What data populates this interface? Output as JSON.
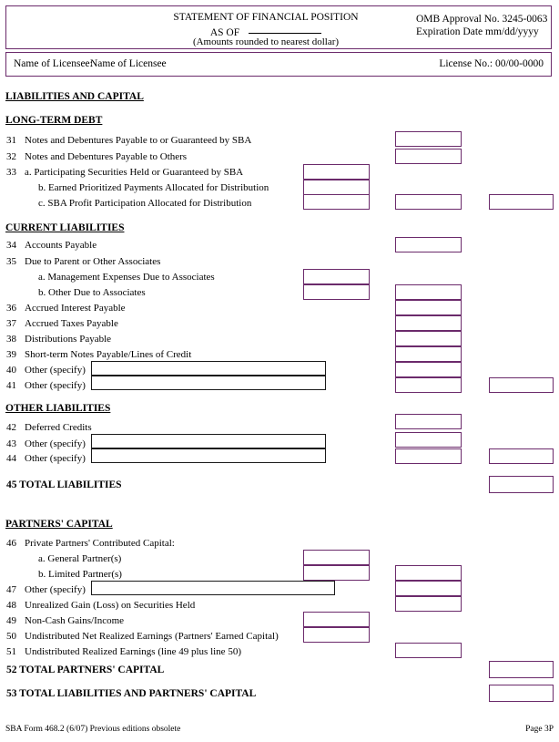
{
  "header": {
    "title": "STATEMENT OF FINANCIAL POSITION",
    "as_of_label": "AS OF",
    "subtitle": "(Amounts rounded to nearest dollar)",
    "omb_approval": "OMB Approval No. 3245-0063",
    "expiration": "Expiration Date  mm/dd/yyyy"
  },
  "licensee": {
    "name_label": "Name of Licensee:",
    "name_value": "Name of Licensee",
    "license_no": "License No.:  00/00-0000"
  },
  "sections": {
    "liabilities_and_capital": "LIABILITIES AND CAPITAL",
    "long_term_debt": "LONG-TERM DEBT",
    "current_liabilities": "CURRENT LIABILITIES",
    "other_liabilities": "OTHER LIABILITIES",
    "partners_capital": "PARTNERS' CAPITAL"
  },
  "rows": {
    "r31": {
      "num": "31",
      "label": "Notes and Debentures Payable to or Guaranteed by SBA"
    },
    "r32": {
      "num": "32",
      "label": "Notes and Debentures Payable to Others"
    },
    "r33a": {
      "num": "33",
      "label": "a. Participating Securities Held or Guaranteed by SBA"
    },
    "r33b": {
      "num": "",
      "label": "b. Earned Prioritized Payments Allocated for Distribution"
    },
    "r33c": {
      "num": "",
      "label": "c. SBA Profit Participation Allocated for Distribution"
    },
    "r34": {
      "num": "34",
      "label": "Accounts Payable"
    },
    "r35": {
      "num": "35",
      "label": "Due to Parent or Other Associates"
    },
    "r35a": {
      "num": "",
      "label": "a.  Management Expenses Due to Associates"
    },
    "r35b": {
      "num": "",
      "label": "b. Other Due to Associates"
    },
    "r36": {
      "num": "36",
      "label": "Accrued Interest Payable"
    },
    "r37": {
      "num": "37",
      "label": "Accrued Taxes Payable"
    },
    "r38": {
      "num": "38",
      "label": "Distributions Payable"
    },
    "r39": {
      "num": "39",
      "label": "Short-term Notes Payable/Lines of Credit"
    },
    "r40": {
      "num": "40",
      "label": "Other (specify)"
    },
    "r41": {
      "num": "41",
      "label": "Other (specify)"
    },
    "r42": {
      "num": "42",
      "label": "Deferred Credits"
    },
    "r43": {
      "num": "43",
      "label": "Other (specify)"
    },
    "r44": {
      "num": "44",
      "label": "Other (specify)"
    },
    "r45": {
      "label": "45  TOTAL LIABILITIES"
    },
    "r46": {
      "num": "46",
      "label": "Private Partners' Contributed Capital:"
    },
    "r46a": {
      "num": "",
      "label": "a.  General Partner(s)"
    },
    "r46b": {
      "num": "",
      "label": "b.  Limited Partner(s)"
    },
    "r47": {
      "num": "47",
      "label": "Other (specify)"
    },
    "r48": {
      "num": "48",
      "label": "Unrealized Gain (Loss) on Securities Held"
    },
    "r49": {
      "num": "49",
      "label": "Non-Cash Gains/Income"
    },
    "r50": {
      "num": "50",
      "label": "Undistributed Net Realized Earnings (Partners' Earned Capital)"
    },
    "r51": {
      "num": "51",
      "label": "Undistributed Realized Earnings (line 49 plus line 50)"
    },
    "r52": {
      "label": "52  TOTAL PARTNERS' CAPITAL"
    },
    "r53": {
      "label": "53  TOTAL LIABILITIES AND  PARTNERS' CAPITAL"
    }
  },
  "field_values": {
    "r31_c2": "",
    "r32_c2": "",
    "r33a_c1": "",
    "r33b_c1": "",
    "r33c_c1": "",
    "r33c_c2": "",
    "r33c_c3": "",
    "r34_c2": "",
    "r35a_c1": "",
    "r35b_c1": "",
    "r35b_c2": "",
    "r36_c2": "",
    "r37_c2": "",
    "r38_c2": "",
    "r39_c2": "",
    "r40_spec": "",
    "r40_c2": "",
    "r41_spec": "",
    "r41_c2": "",
    "r41_c3": "",
    "r42_c2": "",
    "r43_spec": "",
    "r43_c2": "",
    "r44_spec": "",
    "r44_c2": "",
    "r44_c3": "",
    "r45_c3": "",
    "r46a_c1": "",
    "r46b_c1": "",
    "r46b_c2": "",
    "r47_spec": "",
    "r47_c2": "",
    "r48_c2": "",
    "r49_c1": "",
    "r50_c1": "",
    "r51_c2": "",
    "r52_c3": "",
    "r53_c3": ""
  },
  "footer": {
    "left": "SBA Form 468.2 (6/07) Previous editions obsolete",
    "right": "Page 3P"
  },
  "colors": {
    "field_border": "#6b2a6b",
    "specify_border": "#1a1a1a",
    "box_border": "#6b2a6b",
    "text": "#000000",
    "background": "#ffffff"
  }
}
